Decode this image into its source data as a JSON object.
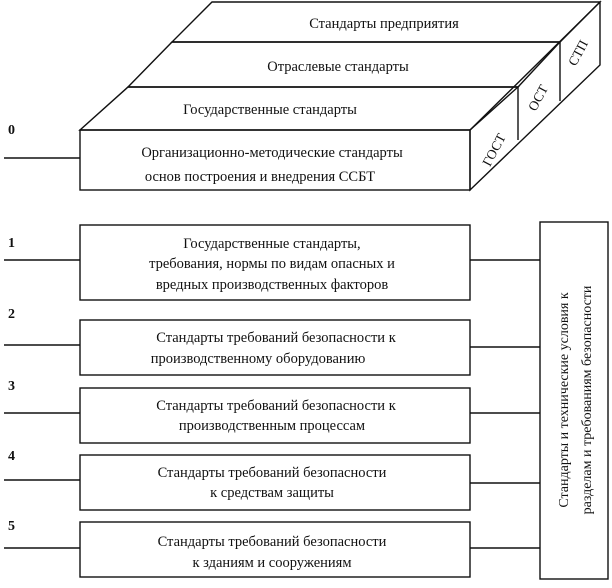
{
  "block": {
    "number": "0",
    "layers": [
      "Стандарты предприятия",
      "Отраслевые стандарты",
      "Государственные стандарты"
    ],
    "front_lines": [
      "Организационно-методические стандарты",
      "основ построения и внедрения ССБТ"
    ],
    "side_labels": [
      "ГОСТ",
      "ОСТ",
      "СТП"
    ]
  },
  "groups": [
    {
      "number": "1",
      "lines": [
        "Государственные стандарты,",
        "требования, нормы по видам опасных и",
        "вредных производственных факторов"
      ]
    },
    {
      "number": "2",
      "lines": [
        "Стандарты требований безопасности к",
        "производственному оборудованию"
      ]
    },
    {
      "number": "3",
      "lines": [
        "Стандарты требований безопасности к",
        "производственным процессам"
      ]
    },
    {
      "number": "4",
      "lines": [
        "Стандарты требований безопасности",
        "к средствам защиты"
      ]
    },
    {
      "number": "5",
      "lines": [
        "Стандарты требований безопасности",
        "к зданиям и сооружениям"
      ]
    }
  ],
  "right_box": {
    "lines": [
      "Стандарты и технические условия к",
      "разделам и требованиям безопасности"
    ]
  }
}
